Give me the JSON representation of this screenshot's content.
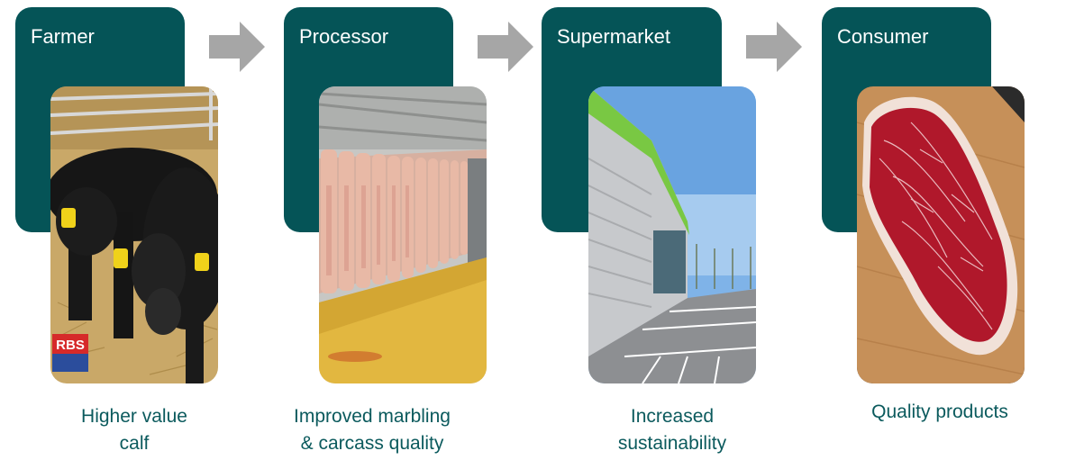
{
  "stages": [
    {
      "title": "Farmer",
      "caption_line1": "Higher value",
      "caption_line2": "calf",
      "photo_icon": "calves-photo"
    },
    {
      "title": "Processor",
      "caption_line1": "Improved marbling",
      "caption_line2": "& carcass quality",
      "photo_icon": "carcass-photo"
    },
    {
      "title": "Supermarket",
      "caption_line1": "Increased",
      "caption_line2": "sustainability",
      "photo_icon": "supermarket-photo"
    },
    {
      "title": "Consumer",
      "caption_line1": "Quality products",
      "caption_line2": "",
      "photo_icon": "steak-photo"
    }
  ],
  "logo_text": "RBS",
  "colors": {
    "card": "#055457",
    "caption": "#0b5a5d",
    "arrow": "#a6a6a6"
  }
}
